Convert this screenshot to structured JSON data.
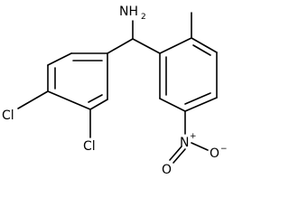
{
  "molecule": {
    "amine_label": "NH",
    "amine_subscript": "2",
    "chlorine_para_label": "Cl",
    "chlorine_meta_label": "Cl",
    "nitro_nitrogen_label": "N",
    "nitro_nitrogen_charge": "+",
    "nitro_oxygen_top_label": "O",
    "nitro_oxygen_right_label": "O",
    "nitro_oxygen_charge": "−"
  }
}
